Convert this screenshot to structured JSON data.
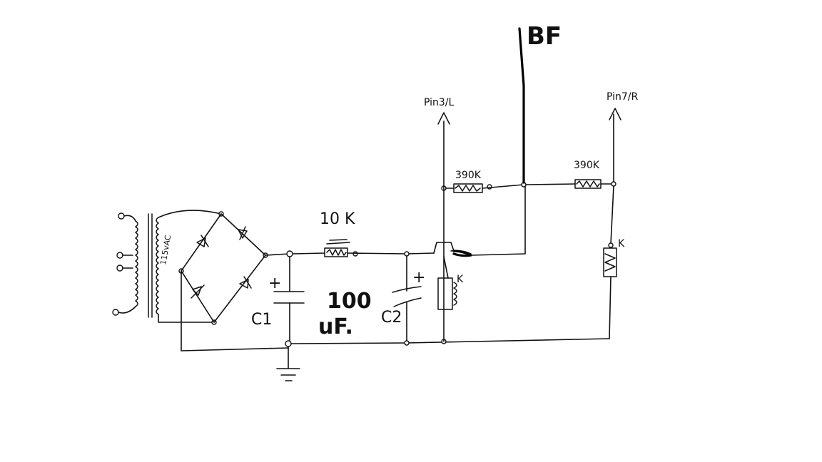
{
  "labels": {
    "bf": "BF",
    "pin_left": "Pin3/L",
    "pin_right": "Pin7/R",
    "resistor_left": "390K",
    "resistor_right": "390K",
    "resistor_series": "10 K",
    "transformer": "115vAC",
    "c1": "C1",
    "c2": "C2",
    "cap_value": "100",
    "cap_unit": "uF.",
    "plus": "+",
    "pot_left_mark": "K",
    "pot_right_mark": "K"
  }
}
